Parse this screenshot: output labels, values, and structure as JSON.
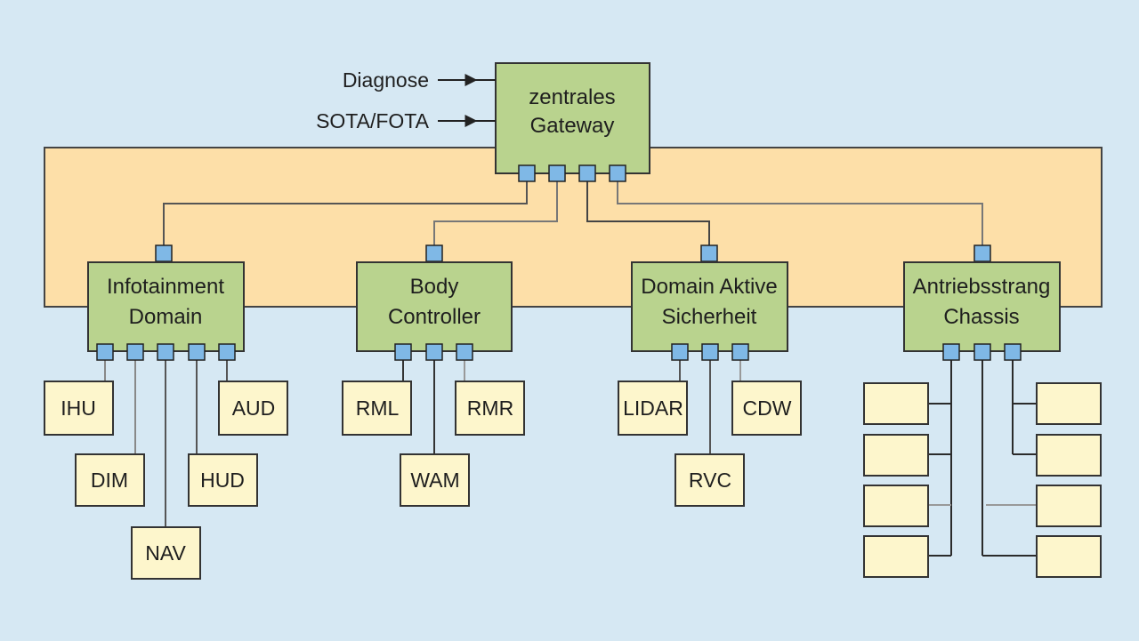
{
  "colors": {
    "background": "#d6e8f3",
    "bus_fill": "#fddfa8",
    "domain_fill": "#b9d38e",
    "port_fill": "#7fb8e6",
    "ecu_fill": "#fdf6cc",
    "line_dark": "#2b2b2b",
    "line_light": "#8a8a8a"
  },
  "gateway": {
    "id": "gateway",
    "label_line1": "zentrales",
    "label_line2": "Gateway",
    "inputs": [
      {
        "id": "diagnose",
        "label": "Diagnose"
      },
      {
        "id": "sota-fota",
        "label": "SOTA/FOTA"
      }
    ]
  },
  "domains": [
    {
      "id": "infotainment",
      "label_line1": "Infotainment",
      "label_line2": "Domain",
      "ecus": [
        {
          "id": "ihu",
          "label": "IHU"
        },
        {
          "id": "dim",
          "label": "DIM"
        },
        {
          "id": "nav",
          "label": "NAV"
        },
        {
          "id": "hud",
          "label": "HUD"
        },
        {
          "id": "aud",
          "label": "AUD"
        }
      ]
    },
    {
      "id": "body-controller",
      "label_line1": "Body",
      "label_line2": "Controller",
      "ecus": [
        {
          "id": "rml",
          "label": "RML"
        },
        {
          "id": "wam",
          "label": "WAM"
        },
        {
          "id": "rmr",
          "label": "RMR"
        }
      ]
    },
    {
      "id": "aktive-sicherheit",
      "label_line1": "Domain Aktive",
      "label_line2": "Sicherheit",
      "ecus": [
        {
          "id": "lidar",
          "label": "LIDAR"
        },
        {
          "id": "rvc",
          "label": "RVC"
        },
        {
          "id": "cdw",
          "label": "CDW"
        }
      ]
    },
    {
      "id": "antriebsstrang",
      "label_line1": "Antriebsstrang",
      "label_line2": "Chassis",
      "ecus": [
        {
          "id": "ecu-l1",
          "label": ""
        },
        {
          "id": "ecu-l2",
          "label": ""
        },
        {
          "id": "ecu-l3",
          "label": ""
        },
        {
          "id": "ecu-l4",
          "label": ""
        },
        {
          "id": "ecu-r1",
          "label": ""
        },
        {
          "id": "ecu-r2",
          "label": ""
        },
        {
          "id": "ecu-r3",
          "label": ""
        },
        {
          "id": "ecu-r4",
          "label": ""
        }
      ]
    }
  ]
}
